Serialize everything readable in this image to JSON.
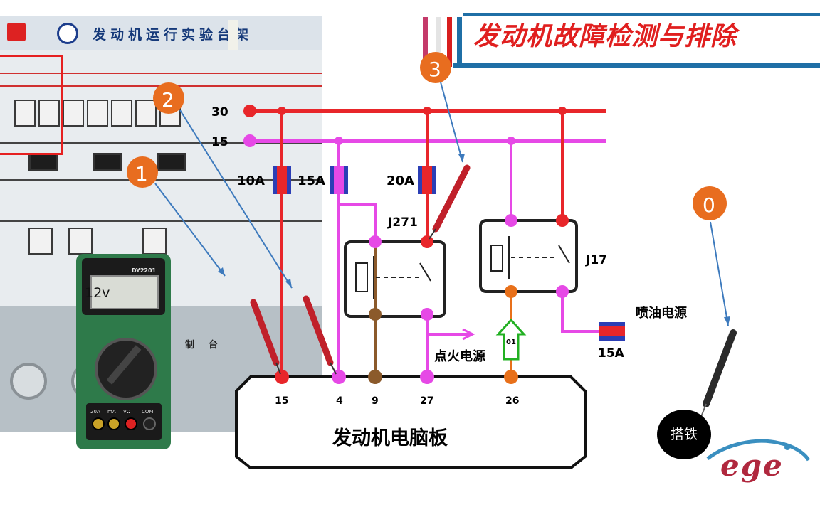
{
  "slide_title": "发动机故障检测与排除",
  "bench": {
    "panel_title": "发动机运行实验台架",
    "lower_label": "制台"
  },
  "multimeter": {
    "model": "DY2201",
    "reading": "12v",
    "ports": [
      "20A",
      "mA",
      "VΩ",
      "COM"
    ]
  },
  "markers": [
    {
      "id": "0",
      "label": "0"
    },
    {
      "id": "1",
      "label": "1"
    },
    {
      "id": "2",
      "label": "2"
    },
    {
      "id": "3",
      "label": "3"
    }
  ],
  "circuit": {
    "rails": [
      {
        "label": "30",
        "color": "#e8262a"
      },
      {
        "label": "15",
        "color": "#e649e6"
      }
    ],
    "fuses": [
      "10A",
      "15A",
      "20A",
      "15A"
    ],
    "relays": [
      "J271",
      "J17"
    ],
    "outputs": {
      "ignition": "点火电源",
      "injector": "喷油电源"
    },
    "ecu_label": "发动机电脑板",
    "pins": [
      "15",
      "4",
      "9",
      "27",
      "26"
    ],
    "arrow_label": "01"
  },
  "ground_label": "搭铁",
  "logo_text": "ege",
  "colors": {
    "red_wire": "#e8262a",
    "pink_wire": "#e649e6",
    "brown_wire": "#8b5a2b",
    "orange_wire": "#e8701a",
    "marker_orange": "#e86d1f",
    "banner_blue": "#1f6fa6"
  }
}
